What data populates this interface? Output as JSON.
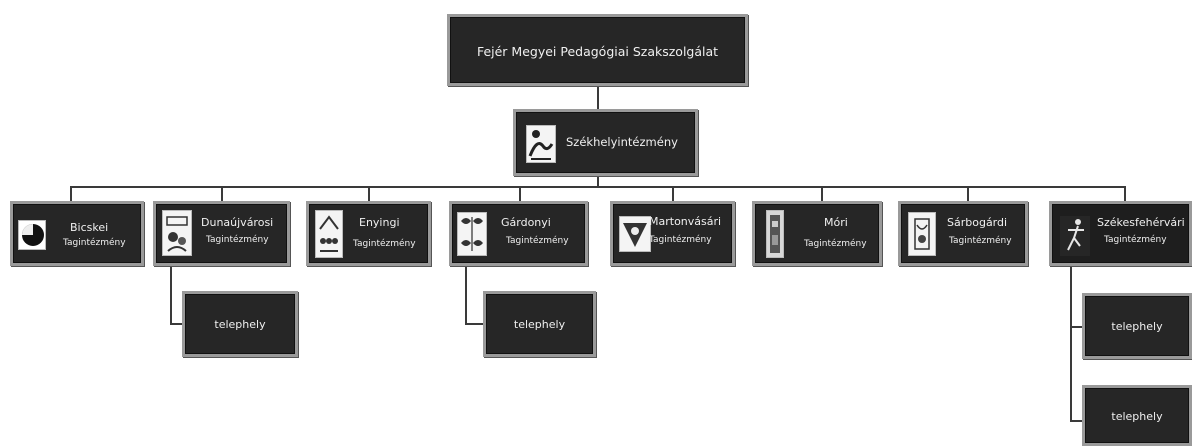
{
  "root": {
    "title": "Fejér Megyei Pedagógiai Szakszolgálat"
  },
  "hq": {
    "title": "Székhelyintézmény"
  },
  "units": [
    {
      "name": "Bicskei",
      "type": "Tagintézmény"
    },
    {
      "name": "Dunaújvárosi",
      "type": "Tagintézmény"
    },
    {
      "name": "Enyingi",
      "type": "Tagintézmény"
    },
    {
      "name": "Gárdonyi",
      "type": "Tagintézmény"
    },
    {
      "name": "Martonvásári",
      "type": "Tagintézmény"
    },
    {
      "name": "Móri",
      "type": "Tagintézmény"
    },
    {
      "name": "Sárbogárdi",
      "type": "Tagintézmény"
    },
    {
      "name": "Székesfehérvári",
      "type": "Tagintézmény"
    }
  ],
  "sites": [
    {
      "label": "telephely"
    },
    {
      "label": "telephely"
    },
    {
      "label": "telephely"
    },
    {
      "label": "telephely"
    }
  ]
}
